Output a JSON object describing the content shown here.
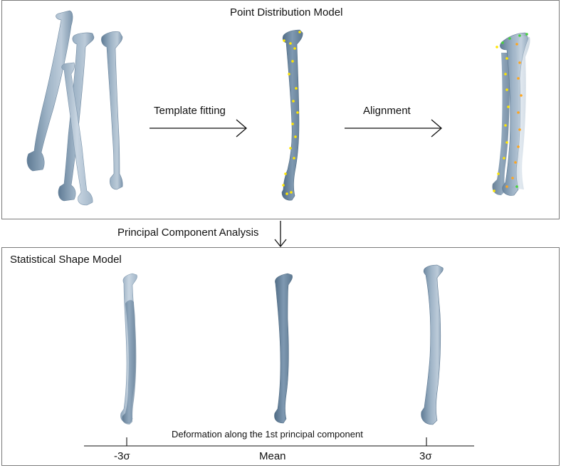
{
  "pdm": {
    "title": "Point Distribution Model"
  },
  "steps": {
    "template_fitting": "Template fitting",
    "alignment": "Alignment"
  },
  "pca": {
    "label": "Principal Component Analysis"
  },
  "ssm": {
    "title": "Statistical Shape Model",
    "axis_label": "Deformation along the 1st principal component",
    "ticks": [
      "-3σ",
      "Mean",
      "3σ"
    ]
  },
  "colors": {
    "bone": "#aebfcf",
    "bone_dark": "#6f8aa2",
    "bone_shadow": "#5b7690",
    "landmark_yellow": "#ffe600",
    "landmark_orange": "#ffa51e",
    "landmark_green": "#46d23c",
    "border": "#7a7a7a"
  }
}
